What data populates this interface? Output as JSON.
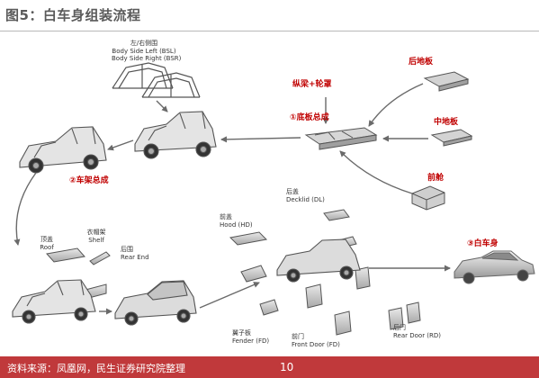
{
  "title": "图5：白车身组装流程",
  "labels": {
    "side": [
      "左/右侧围",
      "Body Side Left (BSL)",
      "Body Side Right (BSR)"
    ],
    "roof": [
      "顶盖",
      "Roof"
    ],
    "shelf": [
      "衣帽架",
      "Shelf"
    ],
    "rear_end": [
      "后围",
      "Rear End"
    ],
    "hood": [
      "前盖",
      "Hood (HD)"
    ],
    "decklid": [
      "后盖",
      "Decklid (DL)"
    ],
    "fender": [
      "翼子板",
      "Fender (FD)"
    ],
    "front_door": [
      "前门",
      "Front Door (FD)"
    ],
    "rear_door": [
      "后门",
      "Rear Door (RD)"
    ]
  },
  "red_labels": {
    "longitudinal": "纵梁+轮罩",
    "rear_floor": "后地板",
    "underbody": "①底板总成",
    "mid_floor": "中地板",
    "front_cabin": "前舱",
    "frame": "②车架总成",
    "biw": "③白车身"
  },
  "colors": {
    "accent_red": "#c00000",
    "footer": "#c0393b"
  },
  "footer": {
    "source": "资料来源：凤凰网，民生证券研究院整理",
    "page": "10"
  }
}
